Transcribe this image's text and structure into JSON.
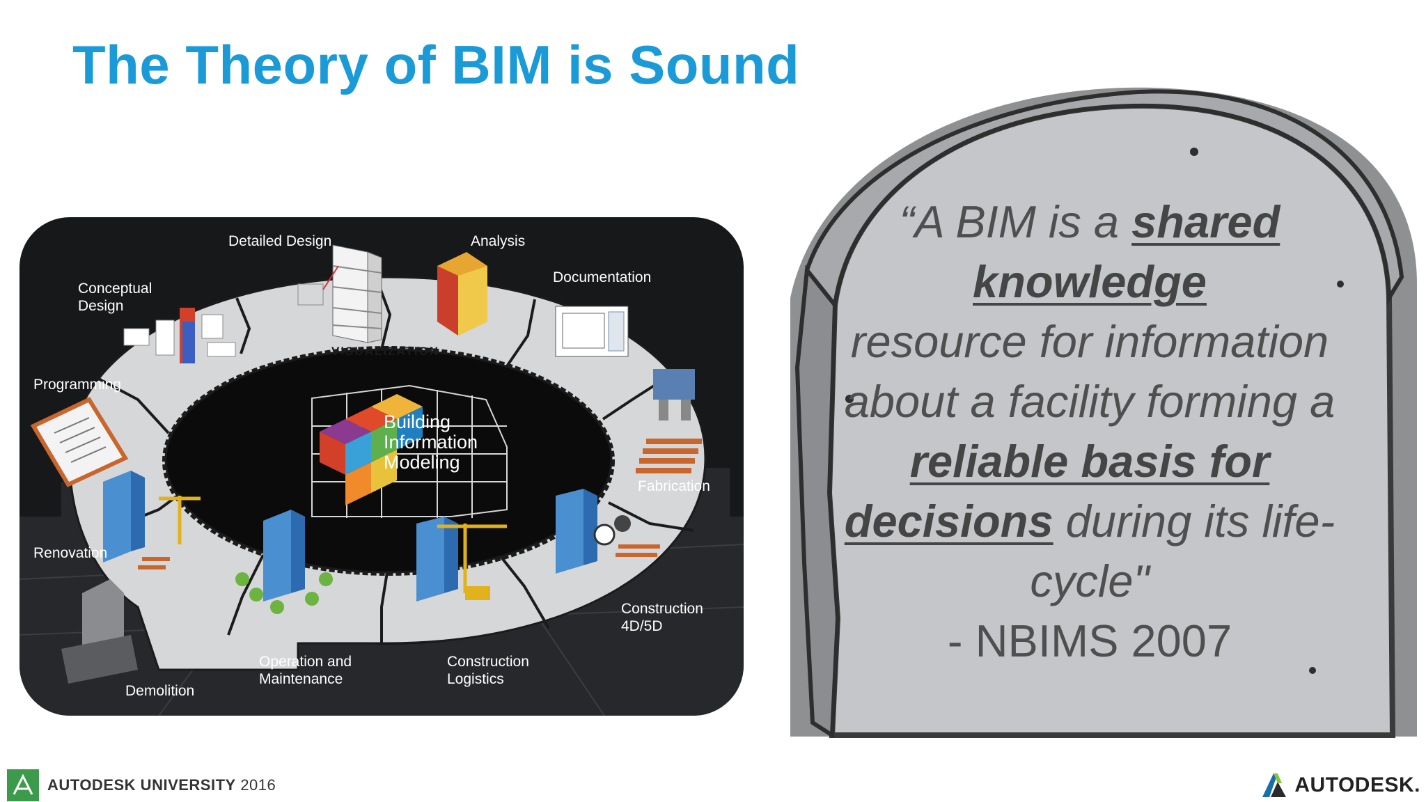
{
  "slide": {
    "title": "The Theory of BIM is Sound"
  },
  "diagram": {
    "center_label": "Building\nInformation\nModeling",
    "ring_label": "VISUALIZATION",
    "stages": [
      {
        "id": "conceptual-design",
        "label": "Conceptual\nDesign"
      },
      {
        "id": "detailed-design",
        "label": "Detailed Design"
      },
      {
        "id": "analysis",
        "label": "Analysis"
      },
      {
        "id": "documentation",
        "label": "Documentation"
      },
      {
        "id": "fabrication",
        "label": "Fabrication"
      },
      {
        "id": "construction-4d5d",
        "label": "Construction\n4D/5D"
      },
      {
        "id": "construction-logistics",
        "label": "Construction\nLogistics"
      },
      {
        "id": "operation-maintenance",
        "label": "Operation and\nMaintenance"
      },
      {
        "id": "demolition",
        "label": "Demolition"
      },
      {
        "id": "renovation",
        "label": "Renovation"
      },
      {
        "id": "programming",
        "label": "Programming"
      }
    ]
  },
  "quote": {
    "open": "“A BIM is a ",
    "shared": "shared",
    "knowledge": "knowledge",
    "middle": "resource for information about a facility forming a",
    "reliable": "reliable basis for",
    "decisions": "decisions",
    "tail": " during its life-cycle\"",
    "attribution": "- NBIMS 2007"
  },
  "footer": {
    "left_brand": "AUTODESK",
    "left_event": " UNIVERSITY",
    "left_year": " 2016",
    "right_brand": "AUTODESK."
  },
  "colors": {
    "title": "#1a9ad6",
    "stone": "#c4c6c9",
    "stone_edge": "#8e9092",
    "diagram_bg": "#17181a",
    "ring": "#d6d7d9",
    "au_green": "#3c9b4a"
  }
}
